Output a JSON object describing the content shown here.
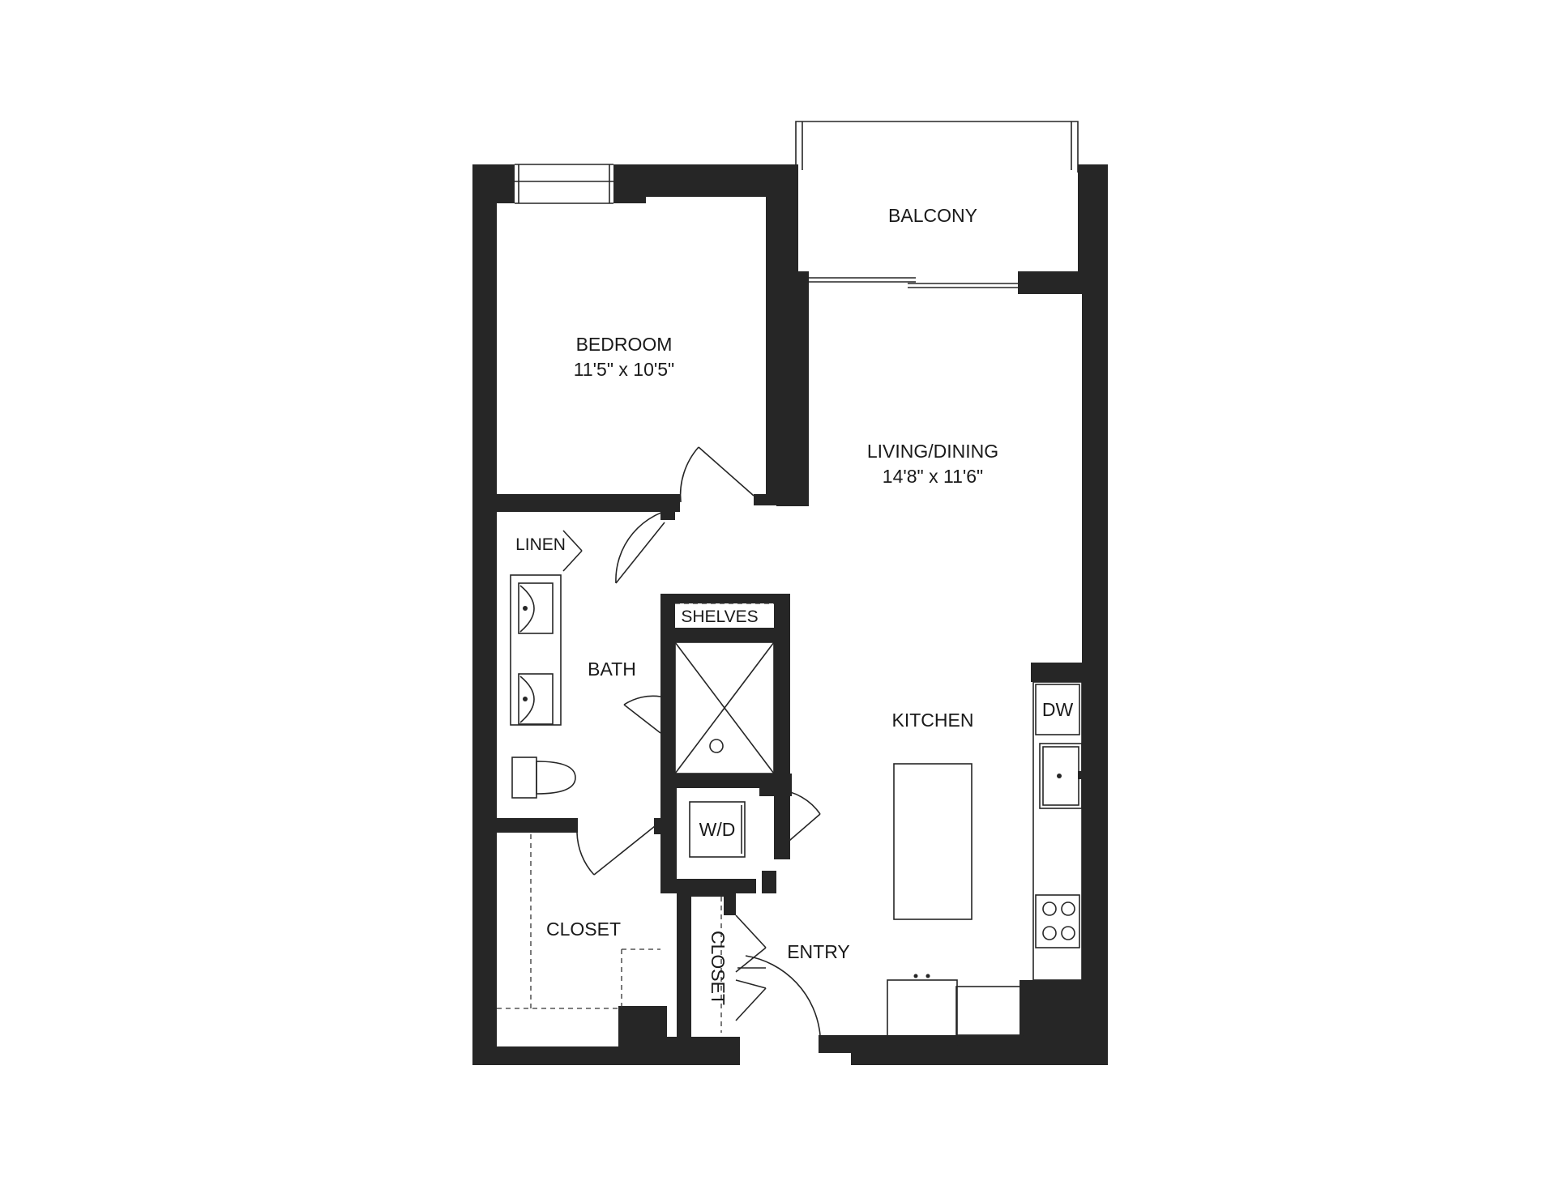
{
  "colors": {
    "wall": "#262626",
    "background": "#ffffff",
    "text": "#1a1a1a"
  },
  "rooms": {
    "balcony": {
      "name": "BALCONY"
    },
    "bedroom": {
      "name": "BEDROOM",
      "size": "11'5\" x 10'5\""
    },
    "living_dining": {
      "name": "LIVING/DINING",
      "size": "14'8\" x 11'6\""
    },
    "kitchen": {
      "name": "KITCHEN"
    },
    "bath": {
      "name": "BATH"
    },
    "linen": {
      "name": "LINEN"
    },
    "shelves": {
      "name": "SHELVES"
    },
    "dw": {
      "name": "DW"
    },
    "wd": {
      "name": "W/D"
    },
    "closet_main": {
      "name": "CLOSET"
    },
    "closet_entry": {
      "name": "CLOSET"
    },
    "entry": {
      "name": "ENTRY"
    }
  }
}
